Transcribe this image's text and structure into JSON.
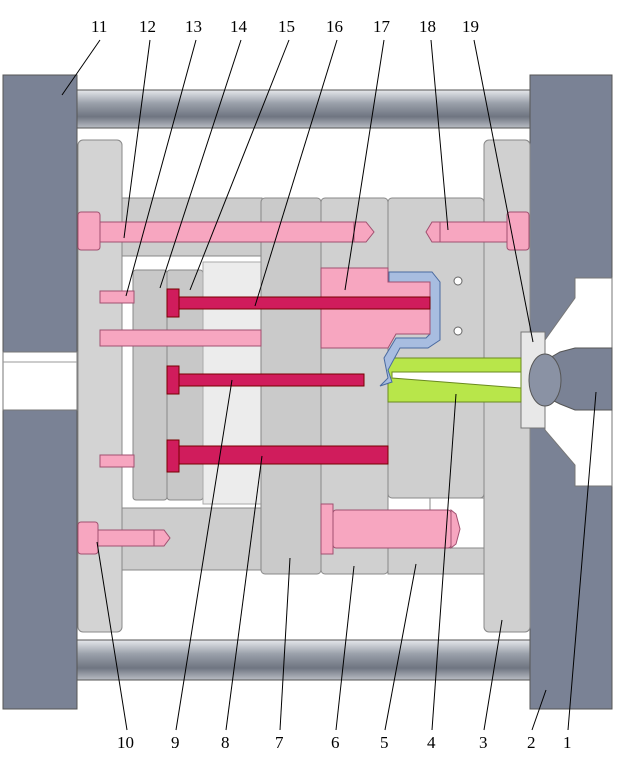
{
  "labels_top": [
    "11",
    "12",
    "13",
    "14",
    "15",
    "16",
    "17",
    "18",
    "19"
  ],
  "labels_bottom": [
    "10",
    "9",
    "8",
    "7",
    "6",
    "5",
    "4",
    "3",
    "2",
    "1"
  ],
  "colors": {
    "plate_dark": "#7a8295",
    "plate_light": "#d3d3d3",
    "plate_mid": "#c6c6c6",
    "tie_rod": "#a9adb5",
    "pin_pink": "#f7a6c0",
    "pin_crimson": "#d01c5c",
    "sprue_green": "#b8e64a",
    "cavity_blue": "#a8bde0",
    "outline": "#777777"
  }
}
